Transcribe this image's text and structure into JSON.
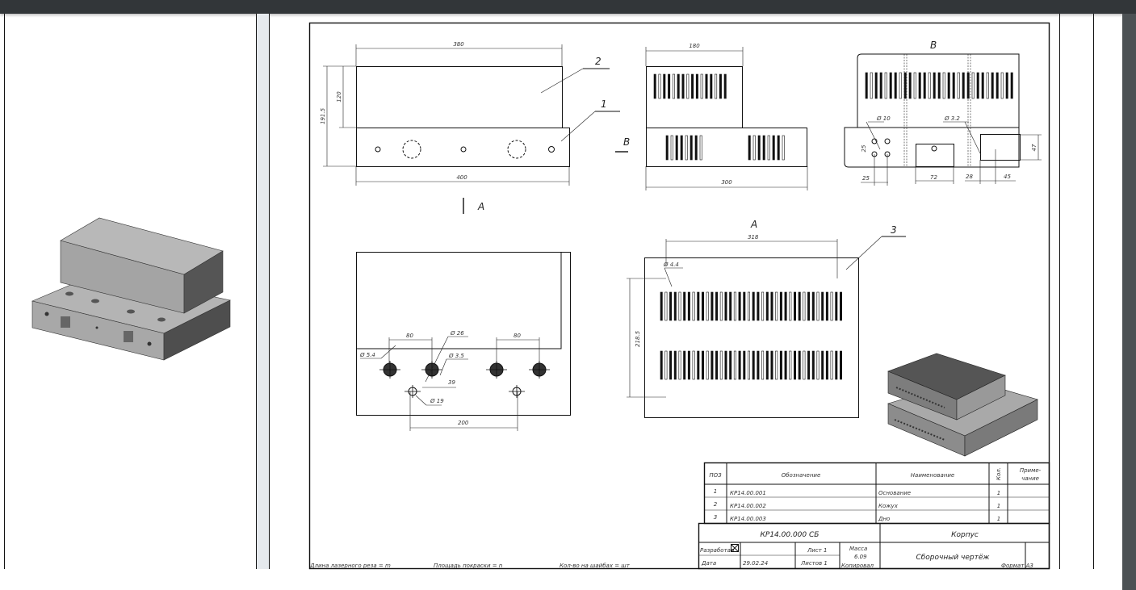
{
  "drawing": {
    "front": {
      "dim_width_top": "380",
      "dim_width_bottom": "400",
      "dim_height_cover": "120",
      "dim_height_total": "191.5",
      "item_cover": "2",
      "item_base": "1",
      "view_arrow_a": "A",
      "view_arrow_b": "B"
    },
    "side": {
      "dim_top": "180",
      "dim_bottom": "300"
    },
    "view_b": {
      "label": "B",
      "d10": "Ø 10",
      "d32": "Ø 3.2",
      "d25v": "25",
      "d25h": "25",
      "d72": "72",
      "d28": "28",
      "d45": "45",
      "d47": "47"
    },
    "bottom": {
      "d80a": "80",
      "d80b": "80",
      "d200": "200",
      "d54": "Ø 5.4",
      "d26": "Ø 26",
      "d35": "Ø 3.5",
      "d39": "39",
      "d19": "Ø 19"
    },
    "view_a": {
      "label": "A",
      "d318": "318",
      "d2185": "218.5",
      "d44": "Ø 4.4",
      "item_bottom": "3"
    }
  },
  "spec_table": {
    "headers": {
      "pos": "ПОЗ",
      "designation": "Обозначение",
      "name": "Наименование",
      "qty": "Кол.",
      "note": "Приме-­чание",
      "note1": "Приме-",
      "note2": "чание"
    },
    "rows": [
      {
        "pos": "1",
        "designation": "КР14.00.001",
        "name": "Основание",
        "qty": "1"
      },
      {
        "pos": "2",
        "designation": "КР14.00.002",
        "name": "Кожух",
        "qty": "1"
      },
      {
        "pos": "3",
        "designation": "КР14.00.003",
        "name": "Дно",
        "qty": "1"
      }
    ]
  },
  "title_block": {
    "code": "КР14.00.000 СБ",
    "product": "Корпус",
    "doc_type": "Сборочный чертёж",
    "developed": "Разработал",
    "date_label": "Дата",
    "date": "29.02.24",
    "sheet": "Лист 1",
    "sheets": "Листов 1",
    "mass_label": "Масса",
    "mass": "6.09"
  },
  "footer": {
    "laser": "Длина лазерного реза = m",
    "paint": "Площадь покраски = n",
    "washers": "Кол-во на шайбах = шт",
    "copied": "Копировал",
    "format": "Формат А3"
  }
}
